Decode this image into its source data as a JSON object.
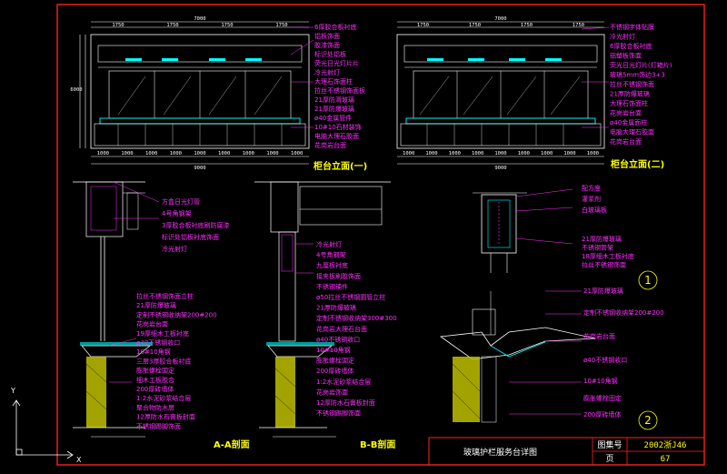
{
  "elevation_left": {
    "title": "柜台立面(一)",
    "dims_top": [
      "1750",
      "1750",
      "1750",
      "1750"
    ],
    "dim_total_top": "7000",
    "dim_height": "6000",
    "dims_bottom": [
      "1000",
      "1000",
      "1000",
      "1000",
      "1000",
      "1000",
      "1000",
      "1000",
      "1000"
    ],
    "dim_total_bottom": "9000",
    "callouts": [
      "6厚胶合板衬底",
      "铝板饰面",
      "胶漆饰面",
      "标识处铝板",
      "荧光日光灯片片",
      "冷光射灯",
      "大理石饰面柱",
      "拉丝不锈钢饰面板",
      "21厚防滑玻璃",
      "21厚防爆玻璃",
      "ø40金属管件",
      "10#10石材装饰",
      "电脑大理石胶面",
      "花岗岩台面"
    ]
  },
  "elevation_right": {
    "title": "柜台立面(二)",
    "dims_top": [
      "1750",
      "1750",
      "1750",
      "1750"
    ],
    "dim_total_top": "7000",
    "dims_bottom": [
      "1000",
      "1000",
      "1000",
      "1000",
      "1000",
      "1000",
      "1000",
      "1000",
      "1000"
    ],
    "dim_total_bottom": "9000",
    "callouts": [
      "不锈钢字体贴膜",
      "冷光射灯",
      "6厚胶合板衬底",
      "铝塑板饰面",
      "荧光日光灯片(灯箱片)",
      "玻璃5mm饰边3+3",
      "拉丝不锈钢饰面",
      "21厚防爆玻璃",
      "大理石饰面柱",
      "花岗岩台面",
      "ø40金属面柱",
      "电脑大理石胶面",
      "花岗岩台面"
    ]
  },
  "section_aa": {
    "title": "A-A剖面",
    "callouts": [
      "方盒日光灯管",
      "4号角钢架",
      "3厚胶合板衬底刷防腐漆",
      "标识处铝板衬底饰面",
      "冷光射灯",
      "拉丝不锈钢饰面立柱",
      "21厚防爆玻璃",
      "定制不锈钢收纳架200#200",
      "花岗岩台面",
      "19厚细木工板衬底",
      "ø40不锈钢收口",
      "10#10角钢",
      "三层3厚胶合板衬底",
      "膨胀螺栓固定",
      "细木工板胶合",
      "200厚砖墙体",
      "1:2水泥砂浆结合层",
      "聚合物防水层",
      "12厚防水石膏板封面",
      "不锈钢踢脚饰面"
    ]
  },
  "section_bb": {
    "title": "B-B剖面",
    "callouts": [
      "冷光射灯",
      "4号角钢架",
      "九厘板衬底",
      "接夹板刷胶饰面",
      "不锈钢铺件",
      "ø50拉丝不锈钢圆管立柱",
      "21厚防爆玻璃",
      "定制不锈钢收纳架300#300",
      "花岗岩大理石台面",
      "ø40不锈钢收口",
      "10#10角钢",
      "膨胀螺栓固定",
      "200厚砖墙体",
      "1:2水泥砂浆结合层",
      "花岗岩饰面",
      "12厚防水石膏板封面",
      "不锈钢踢脚饰面"
    ]
  },
  "detail_1": {
    "label": "1",
    "callouts": [
      "配方座",
      "灌浆剂",
      "白玻璃板",
      "21厚防爆玻璃",
      "不锈钢管架",
      "18厚细木工板衬底",
      "拉丝不锈钢饰面"
    ]
  },
  "detail_2": {
    "label": "2",
    "callouts": [
      "21厚防爆玻璃",
      "定制不锈钢收纳架200#200",
      "花岗岩台面",
      "ø40不锈钢收口",
      "10#10角钢",
      "膨胀螺栓固定",
      "200厚砖墙体"
    ]
  },
  "title_block": {
    "drawing_title": "玻璃护栏服务台详图",
    "label_drawing_no": "图集号",
    "drawing_no": "2002浙J46",
    "label_page": "页",
    "page": "67"
  },
  "ucs": {
    "x_label": "X",
    "y_label": "Y"
  },
  "colors": {
    "background": "#000000",
    "frame": "#ff2020",
    "callout": "#ff2fff",
    "structure": "#ffffff",
    "accent": "#00ffff",
    "title": "#ffff00",
    "fill": "#c0c000"
  }
}
